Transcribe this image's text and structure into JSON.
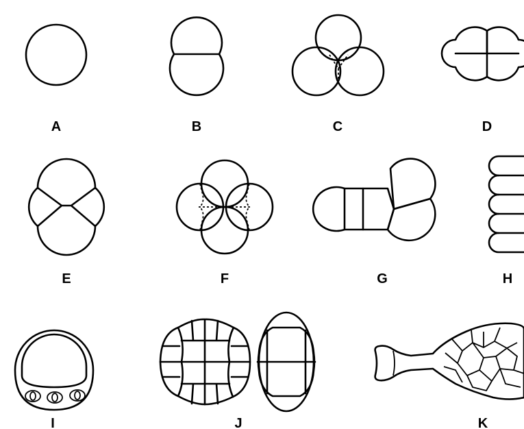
{
  "labels": {
    "A": "A",
    "B": "B",
    "C": "C",
    "D": "D",
    "E": "E",
    "F": "F",
    "G": "G",
    "H": "H",
    "I": "I",
    "J": "J",
    "K": "K"
  },
  "colors": {
    "stroke": "#000000",
    "background": "#ffffff"
  }
}
